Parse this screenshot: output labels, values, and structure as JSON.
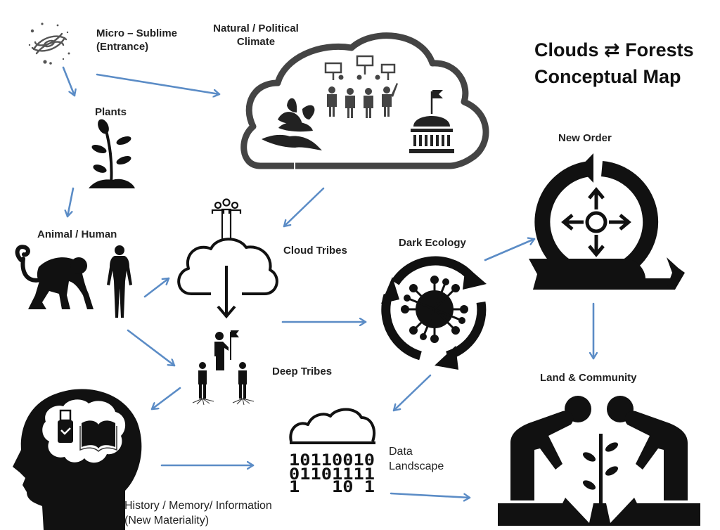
{
  "title": {
    "line1": "Clouds ⇄ Forests",
    "line2": "Conceptual Map"
  },
  "arrow_color": "#5b8cc6",
  "icon_color": "#111111",
  "nodes": {
    "micro_sublime": {
      "label_line1": "Micro – Sublime",
      "label_line2": "(Entrance)",
      "icon": "galaxy-icon"
    },
    "natural_political": {
      "label_line1": "Natural / Political",
      "label_line2": "Climate",
      "icon": "cloud-with-protest-plant-capitol-icon"
    },
    "plants": {
      "label": "Plants",
      "icon": "plant-sprout-icon"
    },
    "animal_human": {
      "label": "Animal / Human",
      "icon": "monkey-and-human-icon"
    },
    "cloud_tribes": {
      "label": "Cloud Tribes",
      "icon": "cloud-download-group-icon"
    },
    "deep_tribes": {
      "label": "Deep Tribes",
      "icon": "rooted-people-flag-icon"
    },
    "dark_ecology": {
      "label": "Dark Ecology",
      "icon": "virus-cycle-icon"
    },
    "new_order": {
      "label": "New Order",
      "icon": "cycle-directions-icon"
    },
    "land_community": {
      "label": "Land & Community",
      "icon": "people-planting-icon"
    },
    "data_landscape": {
      "label_line1": "Data",
      "label_line2": "Landscape",
      "icon": "binary-cloud-icon",
      "binary_rows": [
        "10110010",
        "01101111",
        "1   10 1"
      ]
    },
    "history_memory": {
      "label_line1": "History / Memory/ Information",
      "label_line2": "(New Materiality)",
      "icon": "head-brain-usb-book-icon"
    }
  },
  "edges": [
    {
      "from": "micro_sublime",
      "to": "plants"
    },
    {
      "from": "micro_sublime",
      "to": "natural_political"
    },
    {
      "from": "plants",
      "to": "animal_human"
    },
    {
      "from": "natural_political",
      "to": "cloud_tribes"
    },
    {
      "from": "animal_human",
      "to": "cloud_tribes"
    },
    {
      "from": "animal_human",
      "to": "deep_tribes"
    },
    {
      "from": "deep_tribes",
      "to": "history_memory"
    },
    {
      "from": "cloud_tribes",
      "to": "dark_ecology"
    },
    {
      "from": "dark_ecology",
      "to": "new_order"
    },
    {
      "from": "dark_ecology",
      "to": "data_landscape"
    },
    {
      "from": "new_order",
      "to": "land_community"
    },
    {
      "from": "history_memory",
      "to": "data_landscape"
    },
    {
      "from": "data_landscape",
      "to": "land_community"
    }
  ]
}
